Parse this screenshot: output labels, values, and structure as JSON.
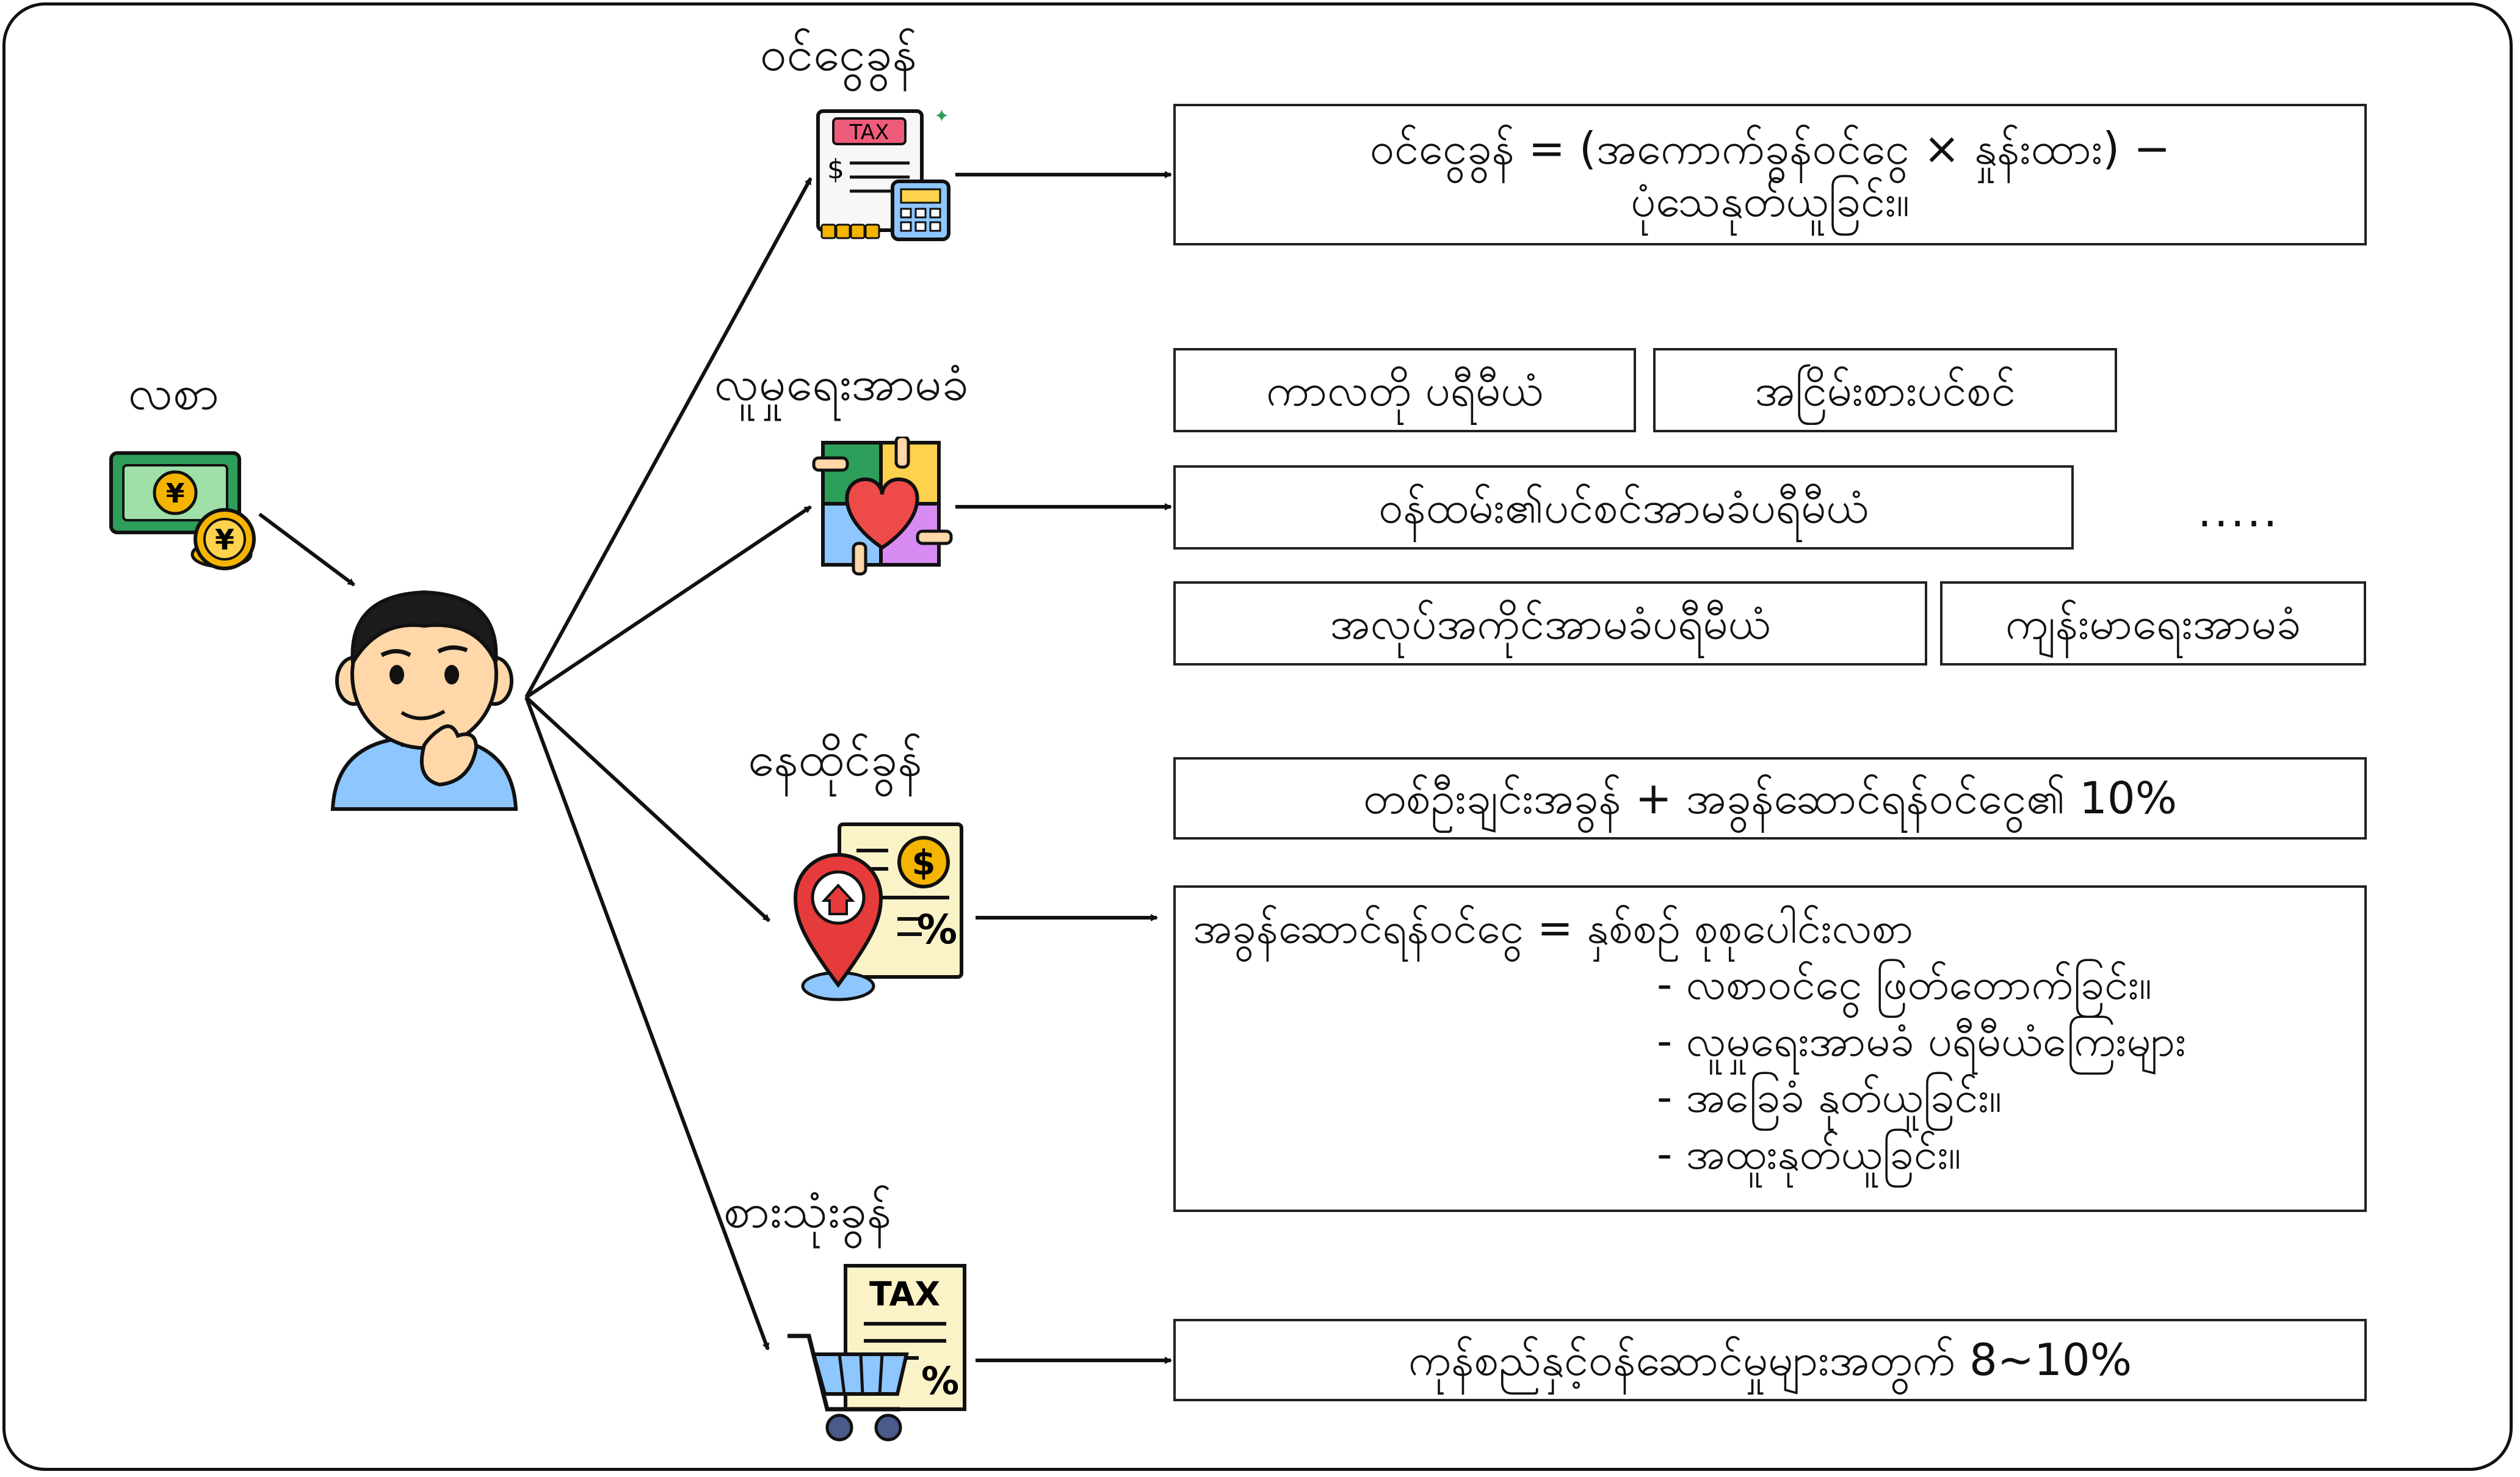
{
  "income": {
    "label": "လစာ",
    "icon": "money-yen-icon"
  },
  "person": {
    "icon": "thinking-person-icon"
  },
  "income_tax": {
    "label": "ဝင်ငွေခွန်",
    "icon": "tax-calculator-icon",
    "icon_text": "TAX",
    "formula_line1": "ဝင်ငွေခွန် = (အကောက်ခွန်ဝင်ငွေ × နှုန်းထား) −",
    "formula_line2": "ပုံသေနုတ်ယူခြင်း။"
  },
  "social_insurance": {
    "label": "လူမှုရေးအာမခံ",
    "icon": "hands-heart-icon",
    "items": [
      "ကာလတို ပရီမီယံ",
      "အငြိမ်းစားပင်စင်",
      "ဝန်ထမ်း၏ပင်စင်အာမခံပရီမီယံ",
      "အလုပ်အကိုင်အာမခံပရီမီယံ",
      "ကျန်းမာရေးအာမခံ"
    ],
    "more": "....."
  },
  "resident_tax": {
    "label": "နေထိုင်ခွန်",
    "icon": "property-tax-document-icon",
    "formula": "တစ်ဦးချင်းအခွန် + အခွန်ဆောင်ရန်ဝင်ငွေ၏ 10%",
    "taxable_title": "အခွန်ဆောင်ရန်ဝင်ငွေ = နှစ်စဉ် စုစုပေါင်းလစာ",
    "taxable_items": [
      "- လစာဝင်ငွေ ဖြတ်တောက်ခြင်း။",
      "- လူမှုရေးအာမခံ ပရီမီယံကြေးများ",
      "- အခြေခံ နုတ်ယူခြင်း။",
      "- အထူးနုတ်ယူခြင်း။"
    ]
  },
  "consumption_tax": {
    "label": "စားသုံးခွန်",
    "icon": "shopping-cart-tax-icon",
    "icon_text": "TAX",
    "icon_percent": "%",
    "rate": "ကုန်စည်နှင့်ဝန်ဆောင်မှုများအတွက် 8~10%"
  },
  "colors": {
    "stroke": "#111111",
    "money_green": "#2e9e5b",
    "coin_gold": "#f4b400",
    "tax_pink": "#ef5b7a",
    "skin": "#ffd7a8",
    "shirt": "#8ec6ff"
  }
}
